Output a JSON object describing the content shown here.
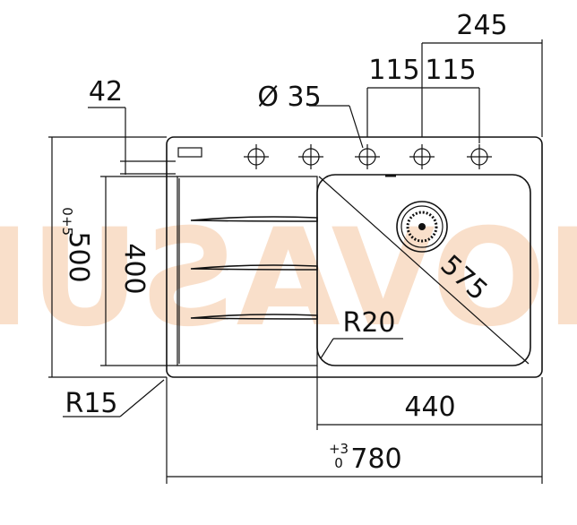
{
  "watermark": "NOVASUD",
  "dimensions": {
    "top_overall": "245",
    "spacing_a": "115",
    "spacing_b": "115",
    "faucet_hole": "Ø 35",
    "corner_offset": "42",
    "height_overall": "500",
    "height_tol_top": "0",
    "height_tol_bottom": "+5",
    "drainer_height": "400",
    "diagonal": "575",
    "inner_radius": "R20",
    "outer_radius": "R15",
    "bowl_width": "440",
    "width_overall": "780",
    "width_tol_top": "+3",
    "width_tol_bottom": "0"
  },
  "colors": {
    "line": "#111111",
    "watermark": "#f5c6a0"
  }
}
